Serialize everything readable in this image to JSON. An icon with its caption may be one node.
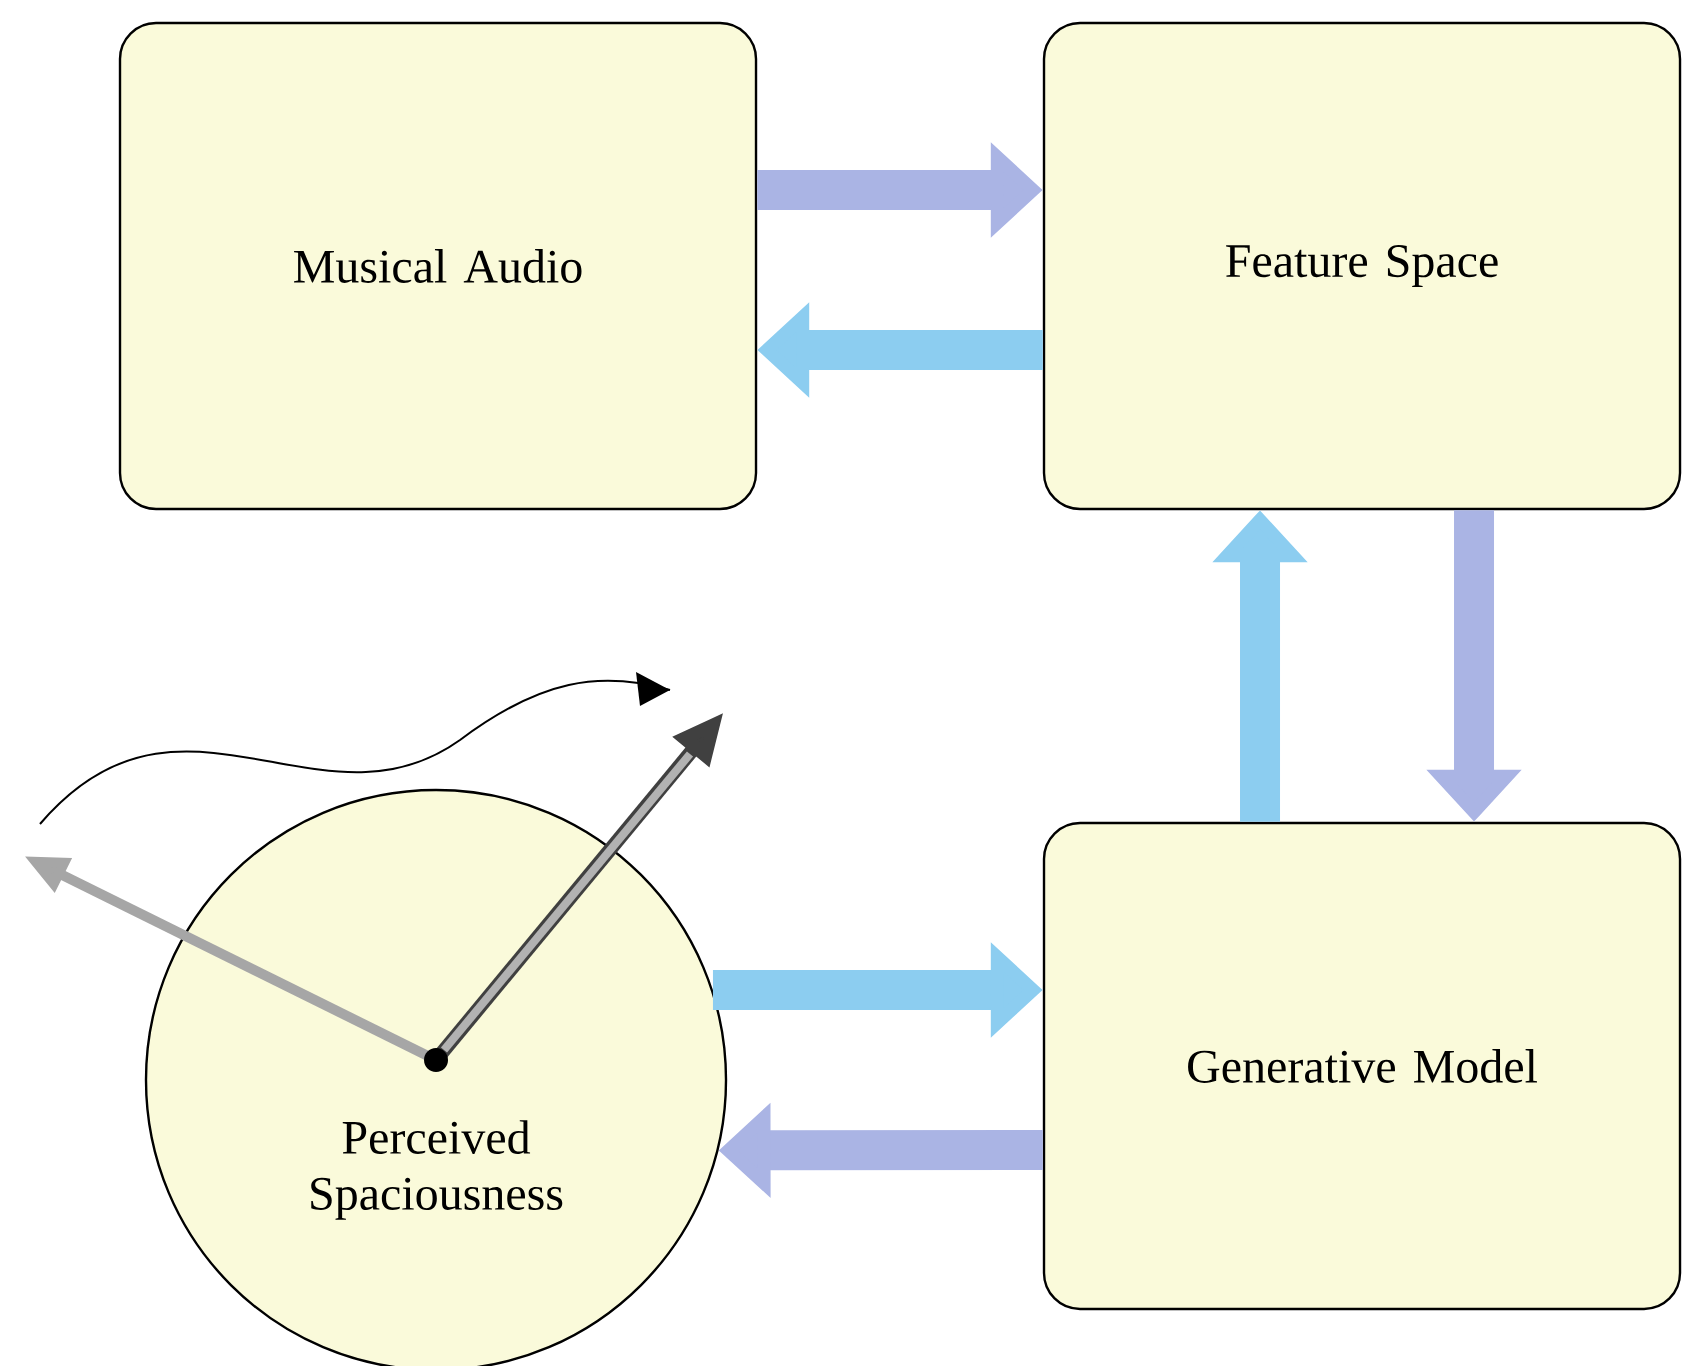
{
  "diagram": {
    "nodes": [
      {
        "text": [
          "Musical Audio"
        ]
      },
      {
        "text": [
          "Feature Space"
        ]
      },
      {
        "text": [
          "Generative Model"
        ]
      },
      {
        "text": [
          "Perceived Spaciousness"
        ]
      }
    ],
    "edges": [
      {
        "from": 0,
        "to": 1,
        "arrow": "to",
        "color": "#aab4e4"
      },
      {
        "from": 1,
        "to": 0,
        "arrow": "to",
        "color": "#8ccdf0"
      },
      {
        "from": 2,
        "to": 1,
        "arrow": "to",
        "color": "#8ccdf0"
      },
      {
        "from": 1,
        "to": 2,
        "arrow": "to",
        "color": "#aab4e4"
      },
      {
        "from": 3,
        "to": 2,
        "arrow": "to",
        "color": "#8ccdf0"
      },
      {
        "from": 2,
        "to": 3,
        "arrow": "to",
        "color": "#aab4e4"
      }
    ]
  }
}
